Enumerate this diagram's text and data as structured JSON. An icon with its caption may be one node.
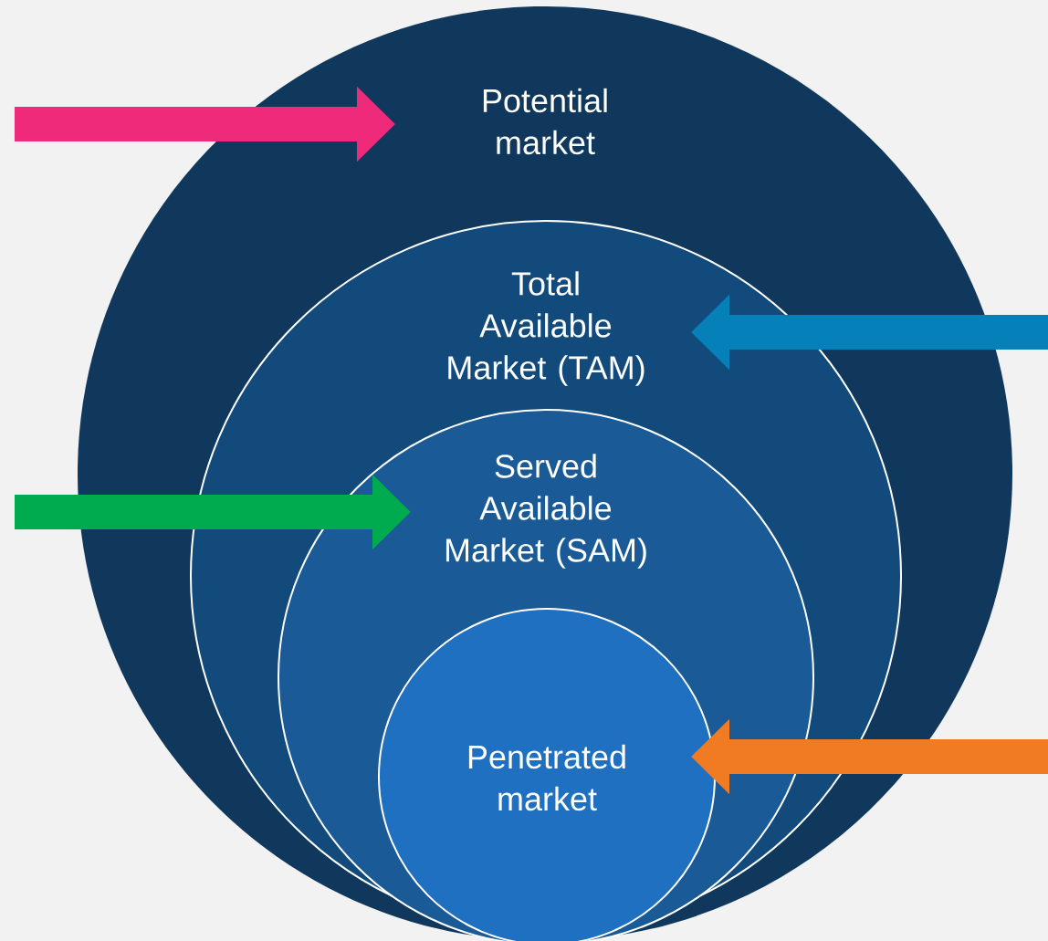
{
  "diagram": {
    "nodes": [
      {
        "text": [
          "Potential market"
        ]
      },
      {
        "text": [
          "Total Available Market (TAM)"
        ],
        "in": 0
      },
      {
        "text": [
          "Served Available Market (SAM)"
        ],
        "in": 1
      },
      {
        "text": [
          "Penetrated market"
        ],
        "in": 2
      }
    ],
    "edges": [
      {
        "from": null,
        "to": 0,
        "arrow": "to",
        "color": "#ef2a7b"
      },
      {
        "from": null,
        "to": 1,
        "arrow": "to",
        "color": "#0580b8"
      },
      {
        "from": null,
        "to": 2,
        "arrow": "to",
        "color": "#00aa4f"
      },
      {
        "from": null,
        "to": 3,
        "arrow": "to",
        "color": "#f07b22"
      }
    ]
  }
}
